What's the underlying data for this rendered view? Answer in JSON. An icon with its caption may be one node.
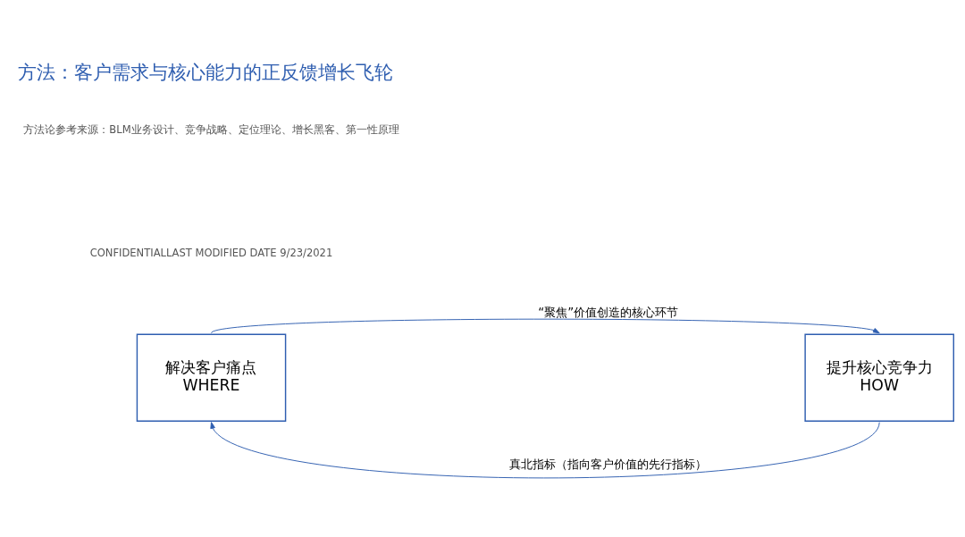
{
  "diagram": {
    "title": "方法：客户需求与核心能力的正反馈增长飞轮",
    "nodes": [
      {
        "text": [
          "解决客户痛点",
          "WHERE"
        ]
      },
      {
        "text": [
          "提升核心竞争力",
          "HOW"
        ]
      }
    ],
    "edges": [
      {
        "from": 0,
        "to": 1,
        "arrow": "to",
        "label": "“聚焦”价值创造的核心环节"
      },
      {
        "from": 1,
        "to": 0,
        "arrow": "to",
        "label": "真北指标（指向客户价值的先行指标）"
      }
    ],
    "labels": [
      "CONFIDENTIALLAST MODIFIED DATE 9/23/2021",
      "方法论参考来源：BLM业务设计、竞争战略、定位理论、增长黑客、第一性原理"
    ]
  }
}
